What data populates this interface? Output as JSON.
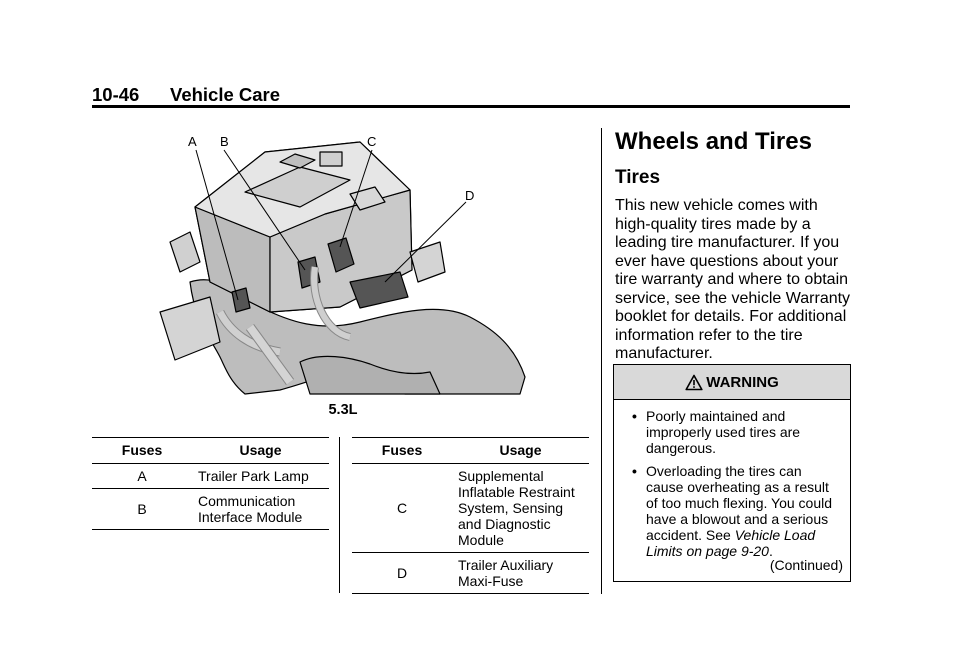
{
  "header": {
    "page_number": "10-46",
    "section": "Vehicle Care"
  },
  "figure": {
    "callouts": [
      "A",
      "B",
      "C",
      "D"
    ],
    "caption": "5.3L"
  },
  "table_left": {
    "columns": [
      "Fuses",
      "Usage"
    ],
    "rows": [
      {
        "fuse": "A",
        "usage": "Trailer Park Lamp"
      },
      {
        "fuse": "B",
        "usage": "Communication Interface Module"
      }
    ]
  },
  "table_right": {
    "columns": [
      "Fuses",
      "Usage"
    ],
    "rows": [
      {
        "fuse": "C",
        "usage": "Supplemental Inflatable Restraint System, Sensing and Diagnostic Module"
      },
      {
        "fuse": "D",
        "usage": "Trailer Auxiliary Maxi-Fuse"
      }
    ]
  },
  "right_column": {
    "heading": "Wheels and Tires",
    "subheading": "Tires",
    "paragraph": "This new vehicle comes with high-quality tires made by a leading tire manufacturer. If you ever have questions about your tire warranty and where to obtain service, see the vehicle Warranty booklet for details. For additional information refer to the tire manufacturer."
  },
  "warning": {
    "title": "WARNING",
    "icon": "warning-triangle-icon",
    "bullet1": "Poorly maintained and improperly used tires are dangerous.",
    "bullet2_text": "Overloading the tires can cause overheating as a result of too much flexing. You could have a blowout and a serious accident. See ",
    "bullet2_ref": "Vehicle Load Limits on page 9-20",
    "bullet2_end": ".",
    "continued": "(Continued)"
  }
}
